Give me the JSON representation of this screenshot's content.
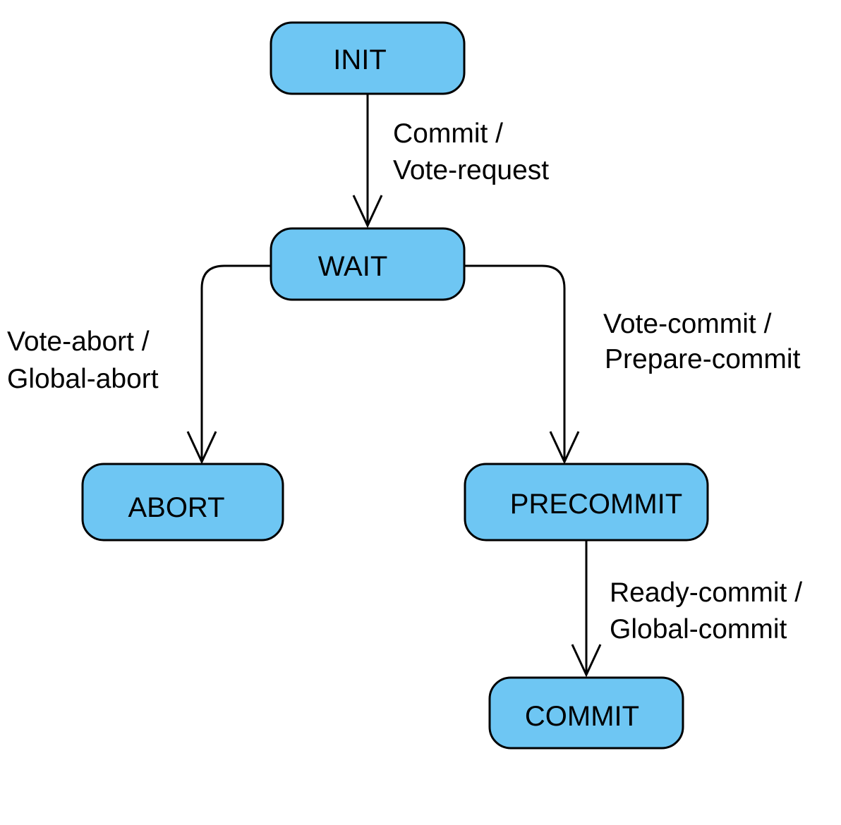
{
  "colors": {
    "node_fill": "#6ec6f3",
    "node_stroke": "#000000",
    "edge": "#000000",
    "background": "#ffffff"
  },
  "nodes": {
    "init": "INIT",
    "wait": "WAIT",
    "abort": "ABORT",
    "precommit": "PRECOMMIT",
    "commit": "COMMIT"
  },
  "edges": {
    "init_to_wait": {
      "line1": "Commit /",
      "line2": "Vote-request"
    },
    "wait_to_abort": {
      "line1": "Vote-abort /",
      "line2": "Global-abort"
    },
    "wait_to_precommit": {
      "line1": "Vote-commit /",
      "line2": "Prepare-commit"
    },
    "precommit_to_commit": {
      "line1": "Ready-commit /",
      "line2": "Global-commit"
    }
  }
}
